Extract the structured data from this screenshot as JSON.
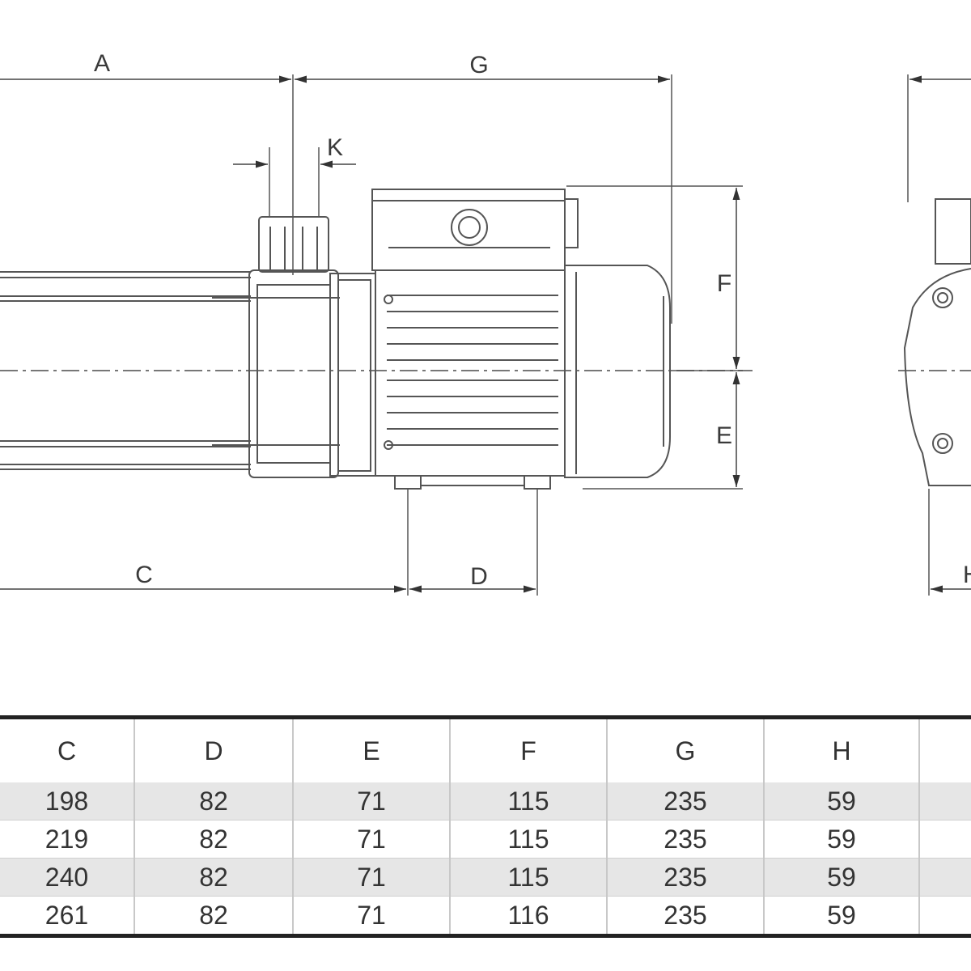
{
  "dimension_labels": {
    "A": "A",
    "G": "G",
    "K": "K",
    "F": "F",
    "E": "E",
    "C": "C",
    "D": "D",
    "H": "H"
  },
  "table": {
    "headers": [
      "C",
      "D",
      "E",
      "F",
      "G",
      "H",
      ""
    ],
    "rows": [
      [
        "198",
        "82",
        "71",
        "115",
        "235",
        "59",
        ""
      ],
      [
        "219",
        "82",
        "71",
        "115",
        "235",
        "59",
        ""
      ],
      [
        "240",
        "82",
        "71",
        "115",
        "235",
        "59",
        ""
      ],
      [
        "261",
        "82",
        "71",
        "116",
        "235",
        "59",
        ""
      ]
    ]
  }
}
